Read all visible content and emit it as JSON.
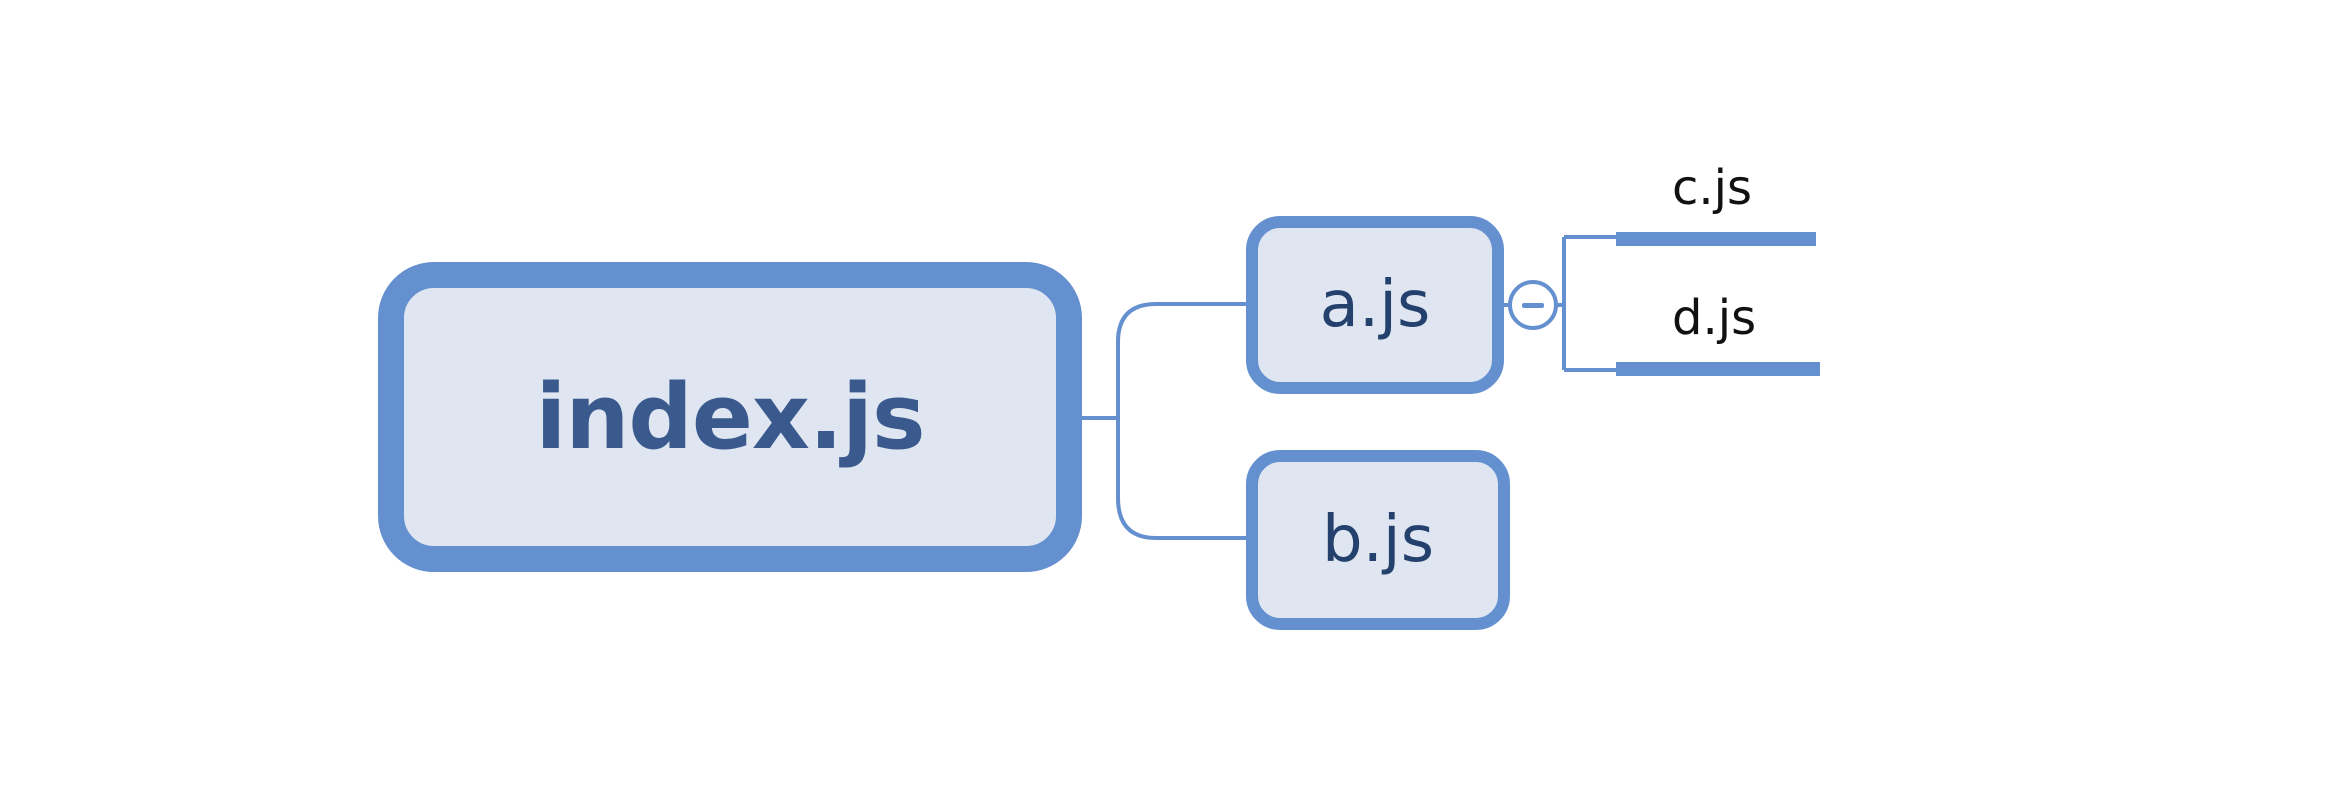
{
  "diagram": {
    "type": "mind-map",
    "root": {
      "label": "index.js"
    },
    "children": [
      {
        "label": "a.js",
        "collapsed": false,
        "children": [
          {
            "label": "c.js"
          },
          {
            "label": "d.js"
          }
        ]
      },
      {
        "label": "b.js"
      }
    ]
  },
  "colors": {
    "accent": "#6590d0",
    "node_fill": "#dfe6f1",
    "root_text": "#3a5a8e",
    "node_text": "#24406d",
    "leaf_text": "#111111",
    "background": "#ffffff"
  },
  "icons": {
    "collapse_toggle": "minus-circle-icon"
  }
}
